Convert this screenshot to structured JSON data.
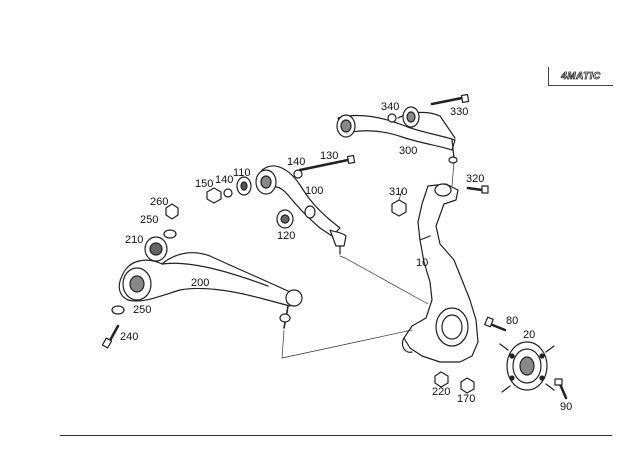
{
  "badge": {
    "text": "4MATIC"
  },
  "callouts": {
    "c10": "10",
    "c20": "20",
    "c80": "80",
    "c90": "90",
    "c100": "100",
    "c110": "110",
    "c120": "120",
    "c130": "130",
    "c140a": "140",
    "c140b": "140",
    "c150": "150",
    "c170": "170",
    "c200": "200",
    "c210": "210",
    "c220": "220",
    "c240": "240",
    "c250a": "250",
    "c250b": "250",
    "c260": "260",
    "c300": "300",
    "c310": "310",
    "c320": "320",
    "c330": "330",
    "c340": "340"
  }
}
